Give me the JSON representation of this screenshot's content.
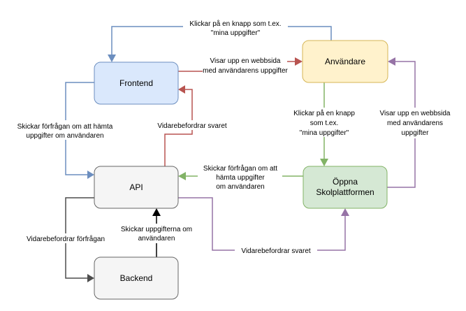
{
  "nodes": {
    "frontend": {
      "label": "Frontend",
      "fill": "#dae8fc",
      "stroke": "#6c8ebf"
    },
    "anvandare": {
      "label": "Användare",
      "fill": "#fff2cc",
      "stroke": "#d6b656"
    },
    "api": {
      "label": "API",
      "fill": "#f5f5f5",
      "stroke": "#666666"
    },
    "skolplattformen": {
      "label": [
        "Öppna",
        "Skolplattformen"
      ],
      "fill": "#d5e8d4",
      "stroke": "#82b366"
    },
    "backend": {
      "label": "Backend",
      "fill": "#f5f5f5",
      "stroke": "#666666"
    }
  },
  "edges": {
    "user_to_frontend": {
      "label": [
        "Klickar på en knapp som t.ex.",
        "\"mina uppgifter\""
      ],
      "color": "#6c8ebf"
    },
    "frontend_to_user": {
      "label": [
        "Visar upp en webbsida",
        "med användarens uppgifter"
      ],
      "color": "#b85450"
    },
    "frontend_to_api": {
      "label": [
        "Skickar förfrågan om att hämta",
        "uppgifter om användaren"
      ],
      "color": "#6c8ebf"
    },
    "api_to_frontend": {
      "label": [
        "Vidarebefordrar svaret"
      ],
      "color": "#b85450"
    },
    "user_to_skolplattformen": {
      "label": [
        "Klickar på en knapp",
        "som t.ex.",
        "\"mina uppgifter\""
      ],
      "color": "#82b366"
    },
    "skolplattformen_to_user": {
      "label": [
        "Visar upp en webbsida",
        "med användarens",
        "uppgifter"
      ],
      "color": "#9673a6"
    },
    "skolplattformen_to_api": {
      "label": [
        "Skickar förfrågan om att",
        "hämta uppgifter",
        "om användaren"
      ],
      "color": "#82b366"
    },
    "api_to_backend": {
      "label": [
        "Vidarebefordrar förfrågan"
      ],
      "color": "#4d4d4d"
    },
    "backend_to_api": {
      "label": [
        "Skickar uppgifterna om",
        "användaren"
      ],
      "color": "#000000"
    },
    "api_to_skolplattformen": {
      "label": [
        "Vidarebefordrar svaret"
      ],
      "color": "#9673a6"
    }
  }
}
